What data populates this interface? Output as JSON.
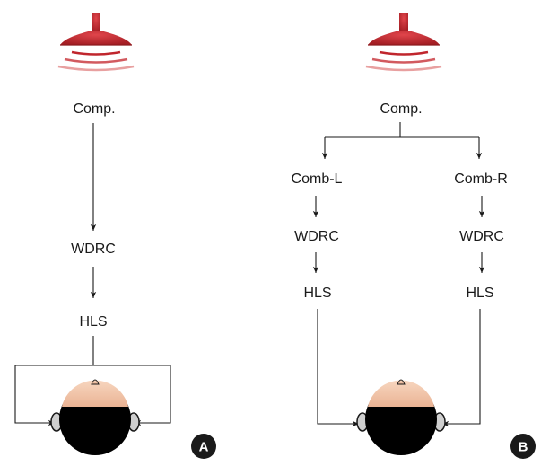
{
  "panel_a": {
    "comp": "Comp.",
    "wdrc": "WDRC",
    "hls": "HLS",
    "letter": "A",
    "speaker_icon": "speaker-icon",
    "head_icon": "listener-head-icon"
  },
  "panel_b": {
    "comp": "Comp.",
    "comb_l": "Comb-L",
    "comb_r": "Comb-R",
    "wdrc_l": "WDRC",
    "wdrc_r": "WDRC",
    "hls_l": "HLS",
    "hls_r": "HLS",
    "letter": "B",
    "speaker_icon": "speaker-icon",
    "head_icon": "listener-head-icon"
  },
  "colors": {
    "speaker": "#c0262d",
    "speaker_light": "#e8a0a0",
    "skin": "#f3c7a9",
    "hair": "#000000",
    "ear": "#cfcfcf",
    "line": "#1a1a1a",
    "badge": "#1a1a1a"
  }
}
